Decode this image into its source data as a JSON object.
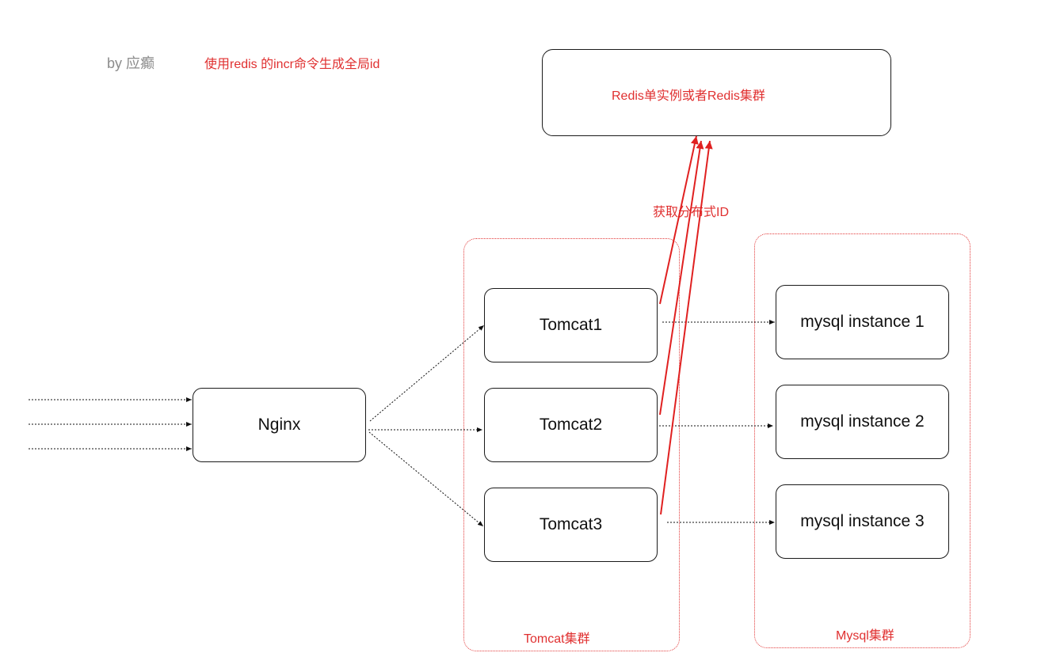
{
  "header": {
    "author": "by 应癫",
    "note": "使用redis 的incr命令生成全局id"
  },
  "redis": {
    "label": "Redis单实例或者Redis集群"
  },
  "id_label": "获取分布式ID",
  "nginx": {
    "label": "Nginx"
  },
  "tomcat_cluster": {
    "label": "Tomcat集群",
    "nodes": [
      "Tomcat1",
      "Tomcat2",
      "Tomcat3"
    ]
  },
  "mysql_cluster": {
    "label": "Mysql集群",
    "nodes": [
      "mysql instance 1",
      "mysql instance 2",
      "mysql instance 3"
    ]
  },
  "colors": {
    "accent": "#e03030",
    "line": "#1a1a1a"
  }
}
